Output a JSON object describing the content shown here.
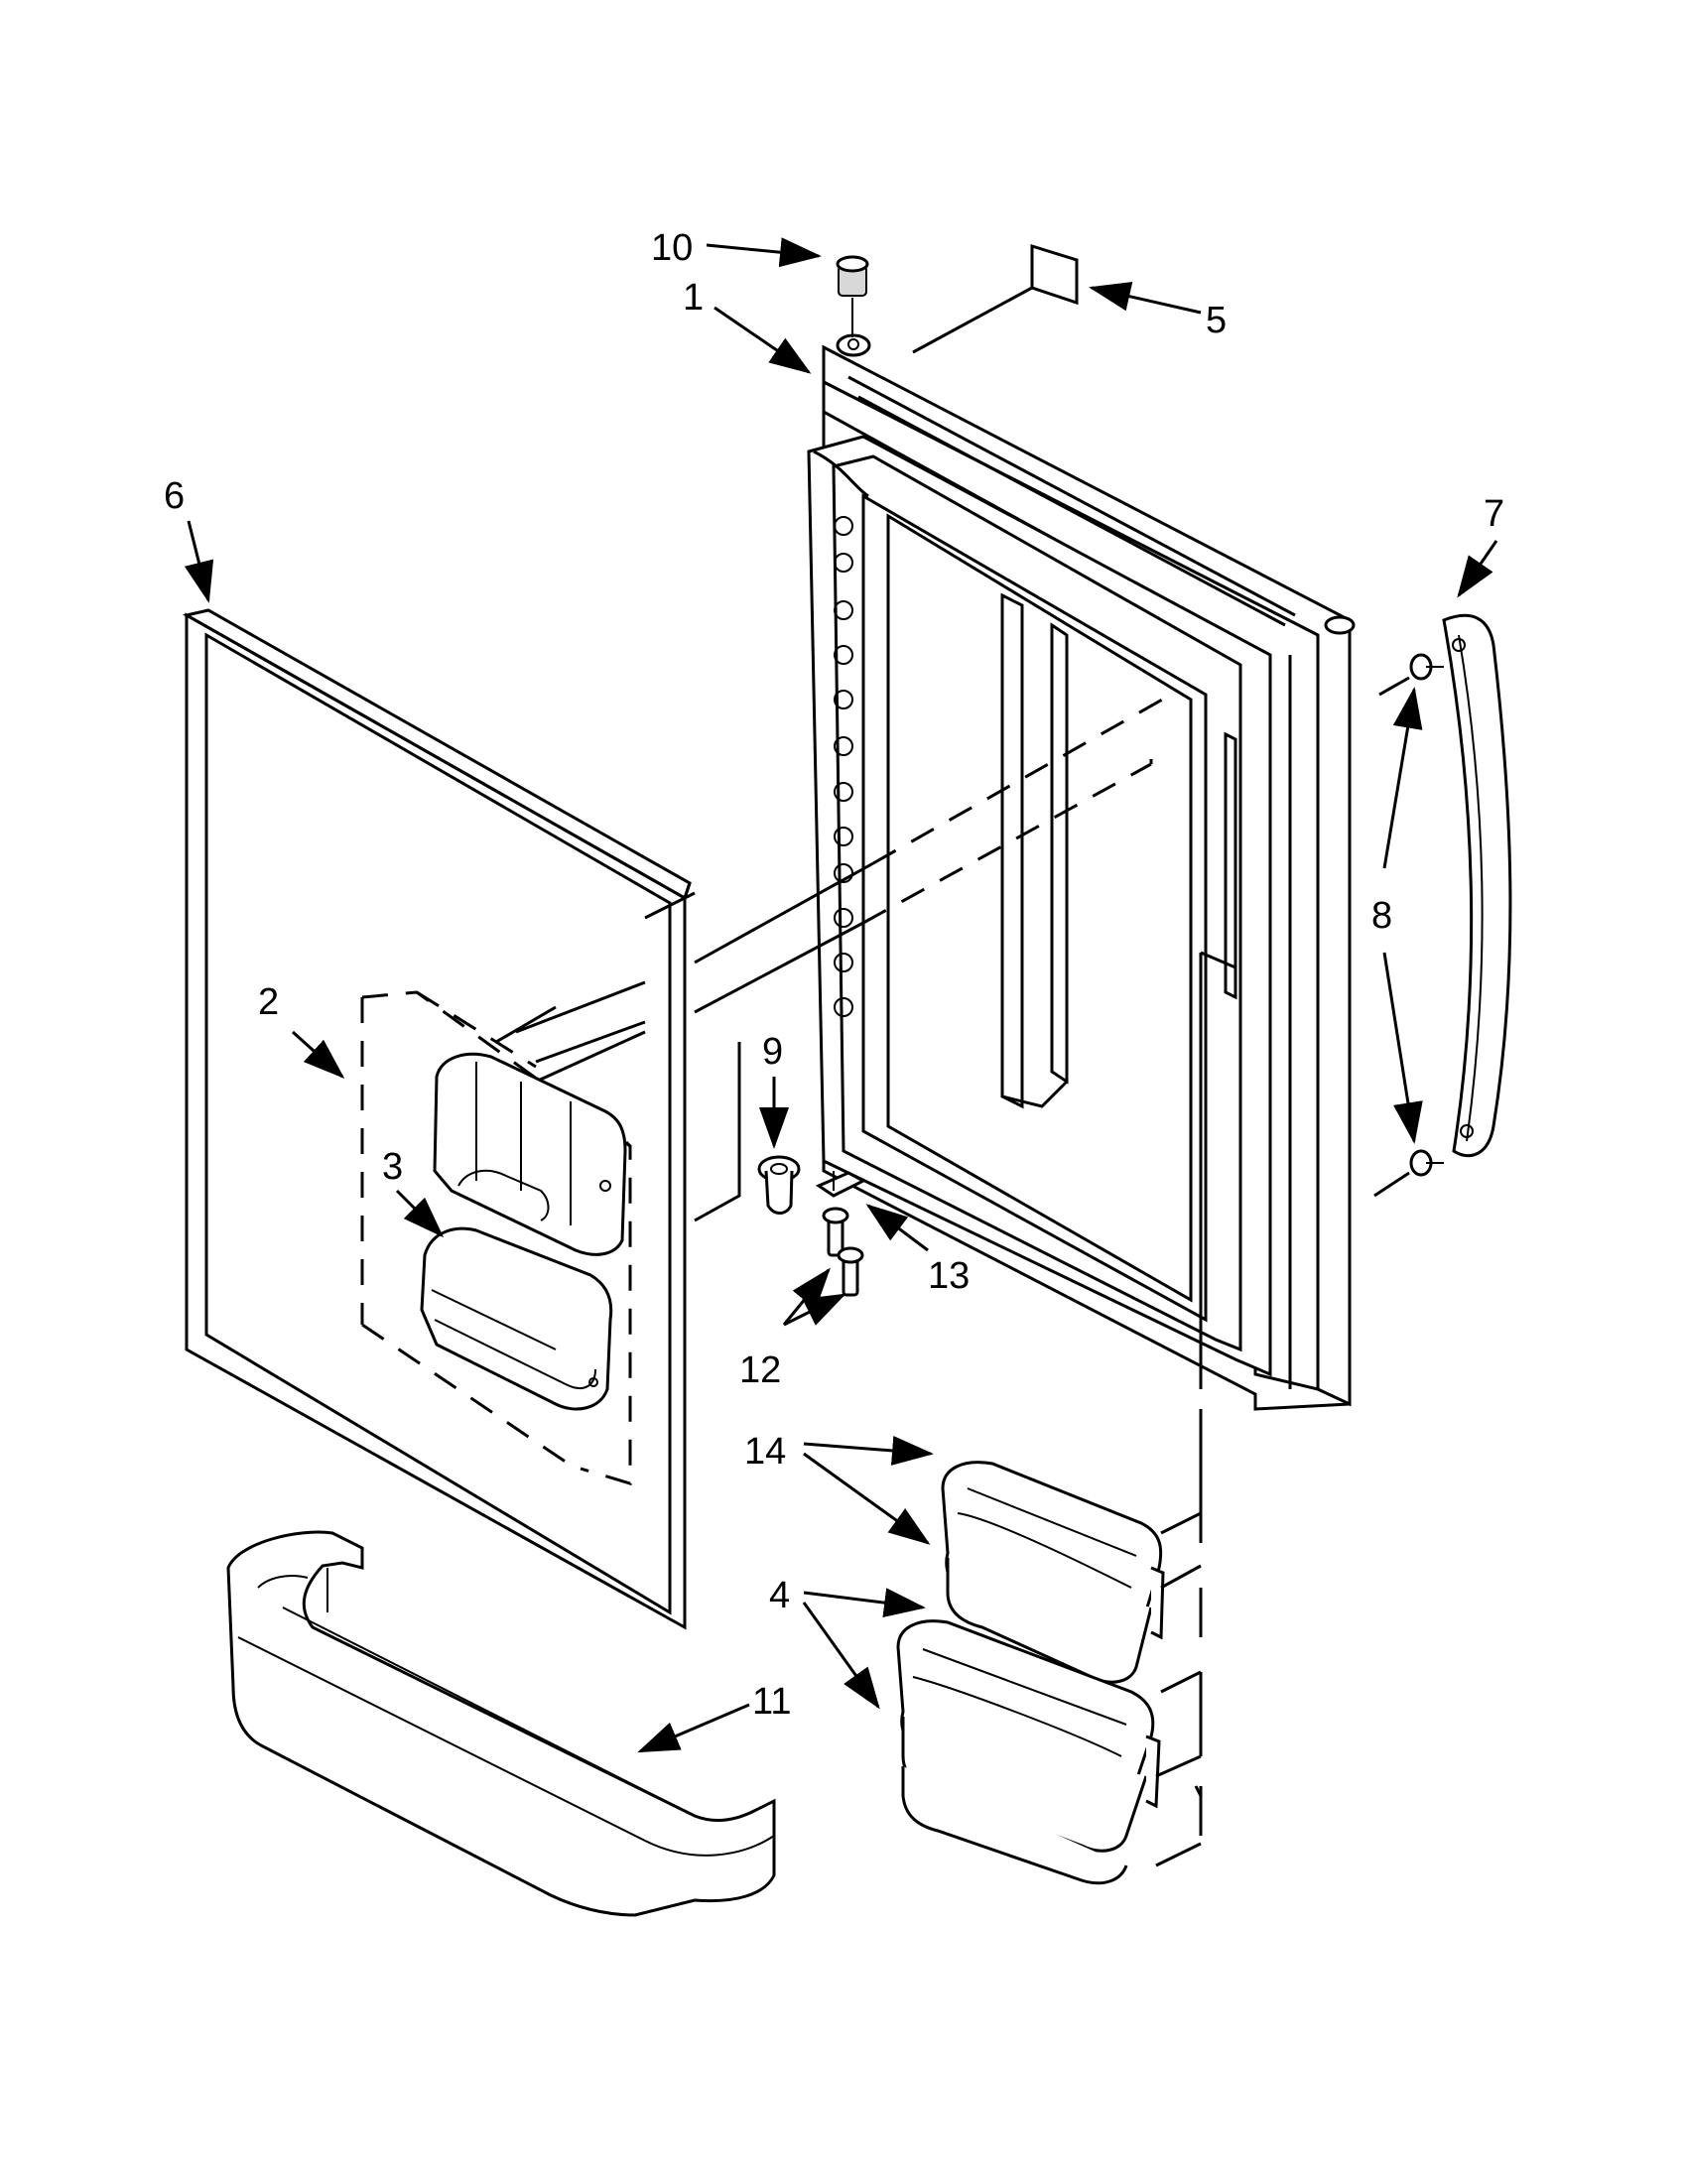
{
  "callouts": [
    {
      "id": "10",
      "label": "10"
    },
    {
      "id": "1",
      "label": "1"
    },
    {
      "id": "5",
      "label": "5"
    },
    {
      "id": "6",
      "label": "6"
    },
    {
      "id": "7",
      "label": "7"
    },
    {
      "id": "8",
      "label": "8"
    },
    {
      "id": "2",
      "label": "2"
    },
    {
      "id": "9",
      "label": "9"
    },
    {
      "id": "3",
      "label": "3"
    },
    {
      "id": "13",
      "label": "13"
    },
    {
      "id": "12",
      "label": "12"
    },
    {
      "id": "14",
      "label": "14"
    },
    {
      "id": "4",
      "label": "4"
    },
    {
      "id": "11",
      "label": "11"
    }
  ]
}
